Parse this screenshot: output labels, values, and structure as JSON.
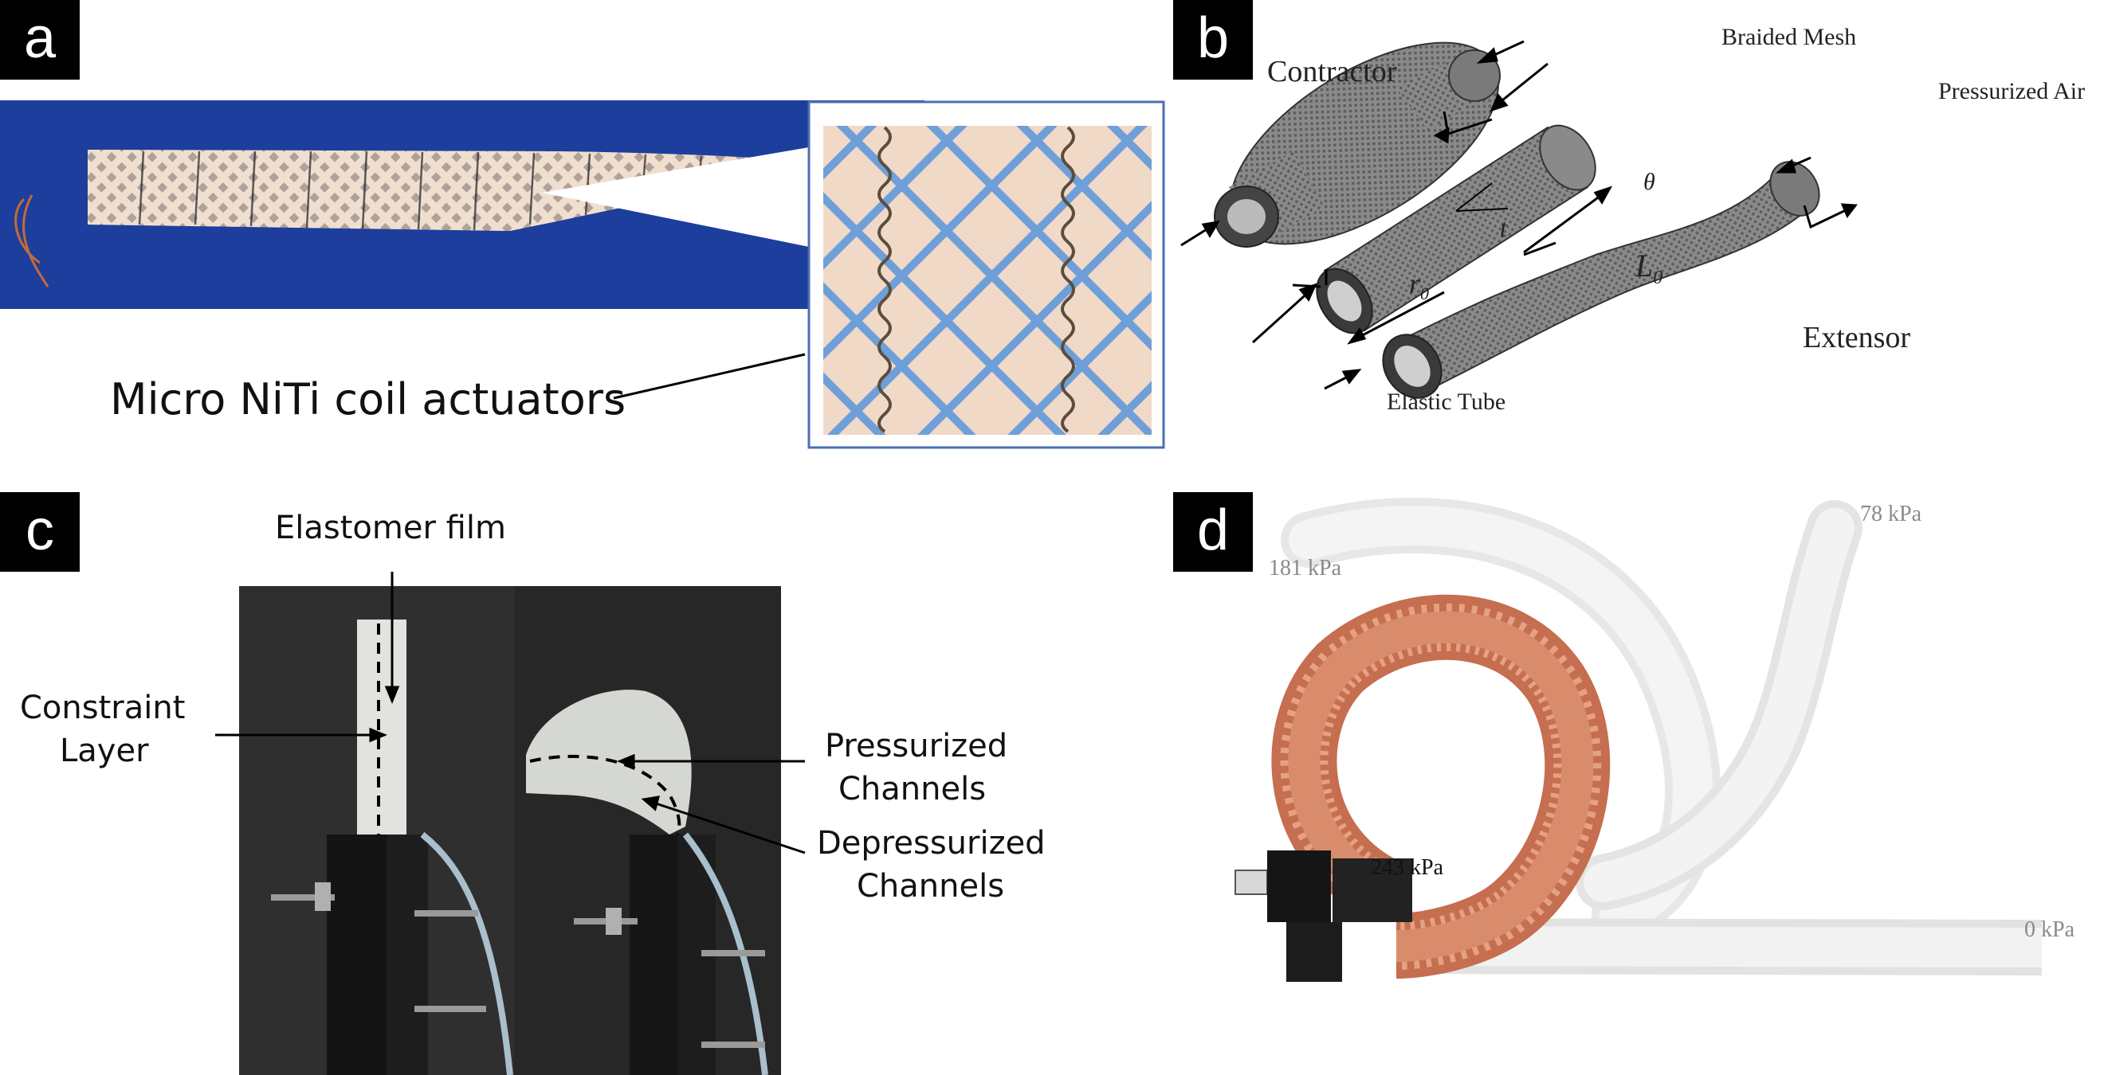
{
  "panels": {
    "a": {
      "tag": "a",
      "callout": "Micro NiTi coil actuators"
    },
    "b": {
      "tag": "b",
      "labels": {
        "contractor": "Contractor",
        "braided_mesh": "Braided Mesh",
        "pressurized_air": "Pressurized Air",
        "theta": "θ",
        "t": "t",
        "r0": "r",
        "r0_sub": "0",
        "L0": "L",
        "L0_sub": "0",
        "extensor": "Extensor",
        "elastic_tube": "Elastic Tube"
      }
    },
    "c": {
      "tag": "c",
      "labels": {
        "elastomer_film": "Elastomer film",
        "constraint_1": "Constraint",
        "constraint_2": "Layer",
        "pressurized_1": "Pressurized",
        "pressurized_2": "Channels",
        "depressurized_1": "Depressurized",
        "depressurized_2": "Channels"
      }
    },
    "d": {
      "tag": "d",
      "labels": {
        "p181": "181 kPa",
        "p78": "78 kPa",
        "p243": "243 kPa",
        "p0": "0 kPa"
      }
    }
  },
  "colors": {
    "panel_a_background": "#1d3e9c",
    "inset_mesh": "#6f9fd8",
    "bellows_pink": "#d98c6c",
    "photo_dark": "#2a2a2a"
  }
}
